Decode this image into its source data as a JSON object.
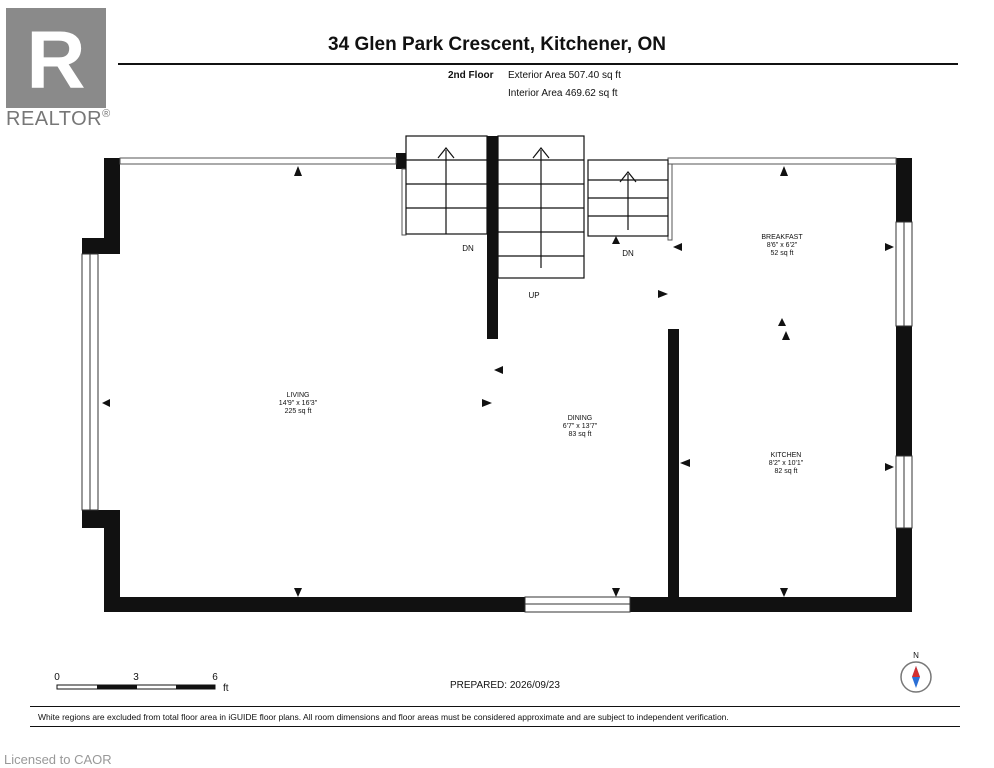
{
  "branding": {
    "logo_letter": "R",
    "logo_word": "REALTOR",
    "registered_mark": "®"
  },
  "header": {
    "title": "34 Glen Park Crescent, Kitchener, ON",
    "floor_label": "2nd Floor",
    "exterior_area": "Exterior Area 507.40 sq ft",
    "interior_area": "Interior Area 469.62 sq ft"
  },
  "rooms": {
    "living": {
      "name": "LIVING",
      "dims": "14'9\" x 16'3\"",
      "area": "225 sq ft"
    },
    "dining": {
      "name": "DINING",
      "dims": "6'7\" x 13'7\"",
      "area": "83 sq ft"
    },
    "breakfast": {
      "name": "BREAKFAST",
      "dims": "8'6\" x 6'2\"",
      "area": "52 sq ft"
    },
    "kitchen": {
      "name": "KITCHEN",
      "dims": "8'2\" x 10'1\"",
      "area": "82 sq ft"
    }
  },
  "stairs": {
    "down_label": "DN",
    "up_label": "UP"
  },
  "scale_bar": {
    "labels": [
      "0",
      "3",
      "6"
    ],
    "unit": "ft"
  },
  "compass": {
    "label": "N"
  },
  "prepared": "PREPARED: 2026/09/23",
  "disclaimer": "White regions are excluded from total floor area in iGUIDE floor plans. All room dimensions and floor areas must be considered approximate and are subject to independent verification.",
  "license": "Licensed to CAOR",
  "colors": {
    "wall": "#111111",
    "logo_grey": "#8a8a8a",
    "window": "#ffffff"
  }
}
